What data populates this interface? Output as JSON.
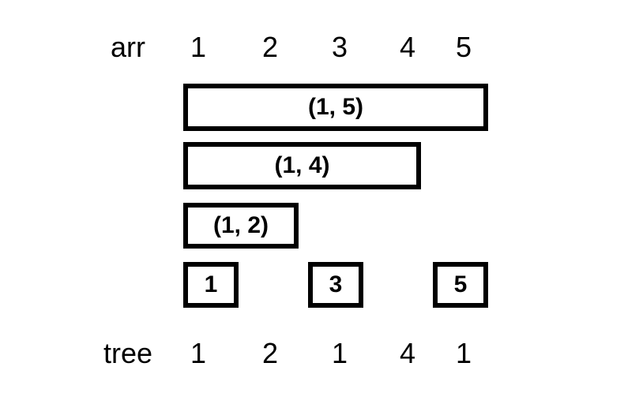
{
  "diagram": {
    "arr": {
      "label": "arr",
      "values": [
        "1",
        "2",
        "3",
        "4",
        "5"
      ]
    },
    "tree": {
      "label": "tree",
      "values": [
        "1",
        "2",
        "1",
        "4",
        "1"
      ]
    },
    "interval_boxes": [
      {
        "label": "(1, 5)",
        "range_start": 1,
        "range_end": 5
      },
      {
        "label": "(1, 4)",
        "range_start": 1,
        "range_end": 4
      },
      {
        "label": "(1, 2)",
        "range_start": 1,
        "range_end": 2
      }
    ],
    "leaf_boxes": [
      {
        "label": "1",
        "column": 1
      },
      {
        "label": "3",
        "column": 3
      },
      {
        "label": "5",
        "column": 5
      }
    ],
    "colors": {
      "background": "#ffffff",
      "text": "#000000",
      "box_border": "#000000"
    }
  }
}
